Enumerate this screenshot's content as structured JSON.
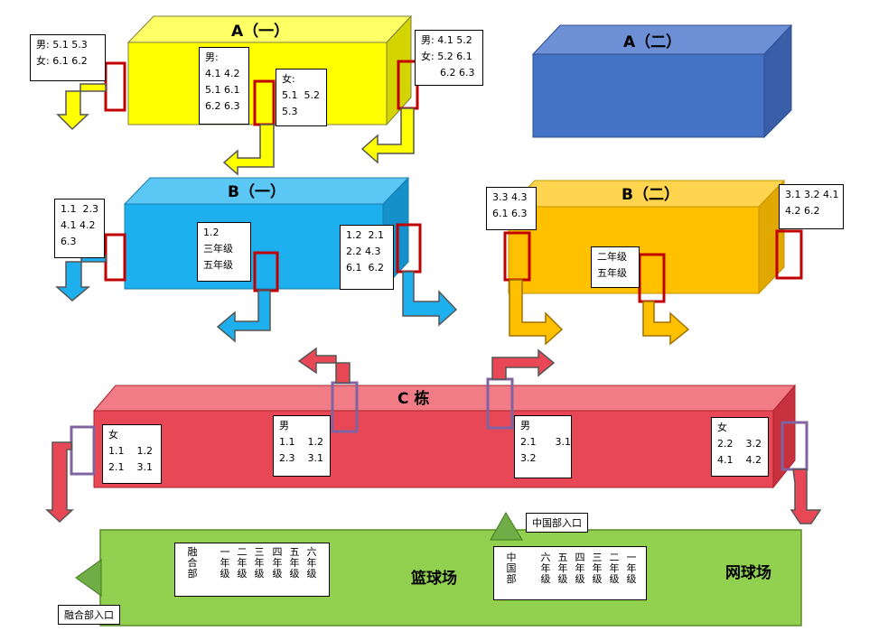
{
  "buildings": {
    "a1": {
      "title": "A（一）"
    },
    "a2": {
      "title": "A（二）"
    },
    "b1": {
      "title": "B（一）"
    },
    "b2": {
      "title": "B（二）"
    },
    "c": {
      "title": "C 栋"
    }
  },
  "labels": {
    "a1_left": "男: 5.1 5.3\n女: 6.1 6.2",
    "a1_mid": "男:\n4.1 4.2\n5.1 6.1\n6.2 6.3",
    "a1_right_mid": "女:\n5.1  5.2\n5.3",
    "a1_right": "男: 4.1 5.2\n女: 5.2 6.1\n      6.2 6.3",
    "b1_left": "1.1  2.3\n4.1 4.2\n6.3",
    "b1_mid": "1.2\n三年级\n五年级",
    "b1_right": "1.2  2.1\n2.2 4.3\n6.1  6.2",
    "b2_left": "3.3 4.3\n6.1 6.3",
    "b2_mid": "二年级\n五年级",
    "b2_right": "3.1 3.2 4.1\n4.2 6.2",
    "c_1": "女\n1.1    1.2\n2.1    3.1",
    "c_2": "男\n1.1    1.2\n2.3    3.1",
    "c_3": "男\n2.1      3.1\n3.2",
    "c_4": "女\n2.2    3.2\n4.1    4.2"
  },
  "field": {
    "basketball": "篮球场",
    "tennis": "网球场",
    "rong_entrance": "融合部入口",
    "china_entrance": "中国部入口",
    "rong_columns": [
      "融合部",
      "一年级",
      "二年级",
      "三年级",
      "四年级",
      "五年级",
      "六年级"
    ],
    "china_columns": [
      "中国部",
      "六年级",
      "五年级",
      "四年级",
      "三年级",
      "二年级",
      "一年级"
    ]
  },
  "colors": {
    "yellow": "#FFFF00",
    "blue_dark": "#4472C4",
    "blue_light": "#1EAFEF",
    "orange": "#FFC000",
    "red": "#E84855",
    "green": "#92D050"
  }
}
